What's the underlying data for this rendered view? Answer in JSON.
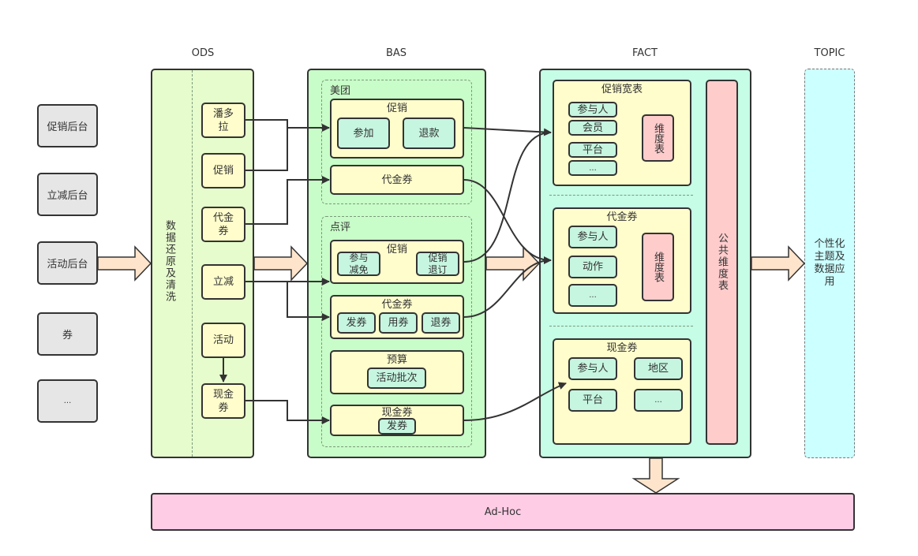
{
  "layers": {
    "ods": "ODS",
    "bas": "BAS",
    "fact": "FACT",
    "topic": "TOPIC"
  },
  "sources": [
    "促销后台",
    "立减后台",
    "活动后台",
    "券",
    "..."
  ],
  "ods": {
    "process_label": "数据还原及清洗",
    "items": [
      "潘多拉",
      "促销",
      "代金券",
      "立减",
      "活动",
      "现金券"
    ]
  },
  "bas": {
    "meituan": {
      "label": "美团",
      "promo": {
        "title": "促销",
        "children": [
          "参加",
          "退款"
        ]
      },
      "voucher": {
        "title": "代金券"
      }
    },
    "dianping": {
      "label": "点评",
      "promo": {
        "title": "促销",
        "children": [
          "参与减免",
          "促销退订"
        ]
      },
      "voucher": {
        "title": "代金券",
        "children": [
          "发券",
          "用券",
          "退券"
        ]
      },
      "budget": {
        "title": "预算",
        "children": [
          "活动批次"
        ]
      },
      "cash": {
        "title": "现金券",
        "children": [
          "发券"
        ]
      }
    }
  },
  "fact": {
    "promo_wide": {
      "title": "促销宽表",
      "items": [
        "参与人",
        "会员",
        "平台",
        "..."
      ],
      "dim": "维度表"
    },
    "voucher": {
      "title": "代金券",
      "items": [
        "参与人",
        "动作",
        "..."
      ],
      "dim": "维度表"
    },
    "cash": {
      "title": "现金券",
      "items": [
        "参与人",
        "地区",
        "平台",
        "..."
      ]
    },
    "common_dim": "公共维度表"
  },
  "topic": {
    "label": "个性化主题及数据应用"
  },
  "adhoc": {
    "label": "Ad-Hoc"
  },
  "colors": {
    "source_fill": "#e6e6e6",
    "ods_fill": "#e6fccc",
    "bas_fill": "#c8fcc8",
    "fact_fill": "#c6fde6",
    "topic_fill": "#ccffff",
    "yellow_box": "#fffdcc",
    "cyan_box": "#c6f5e0",
    "pink_dim": "#ffcccc",
    "adhoc_fill": "#ffcce6",
    "arrow_fill": "#ffe4cc"
  }
}
